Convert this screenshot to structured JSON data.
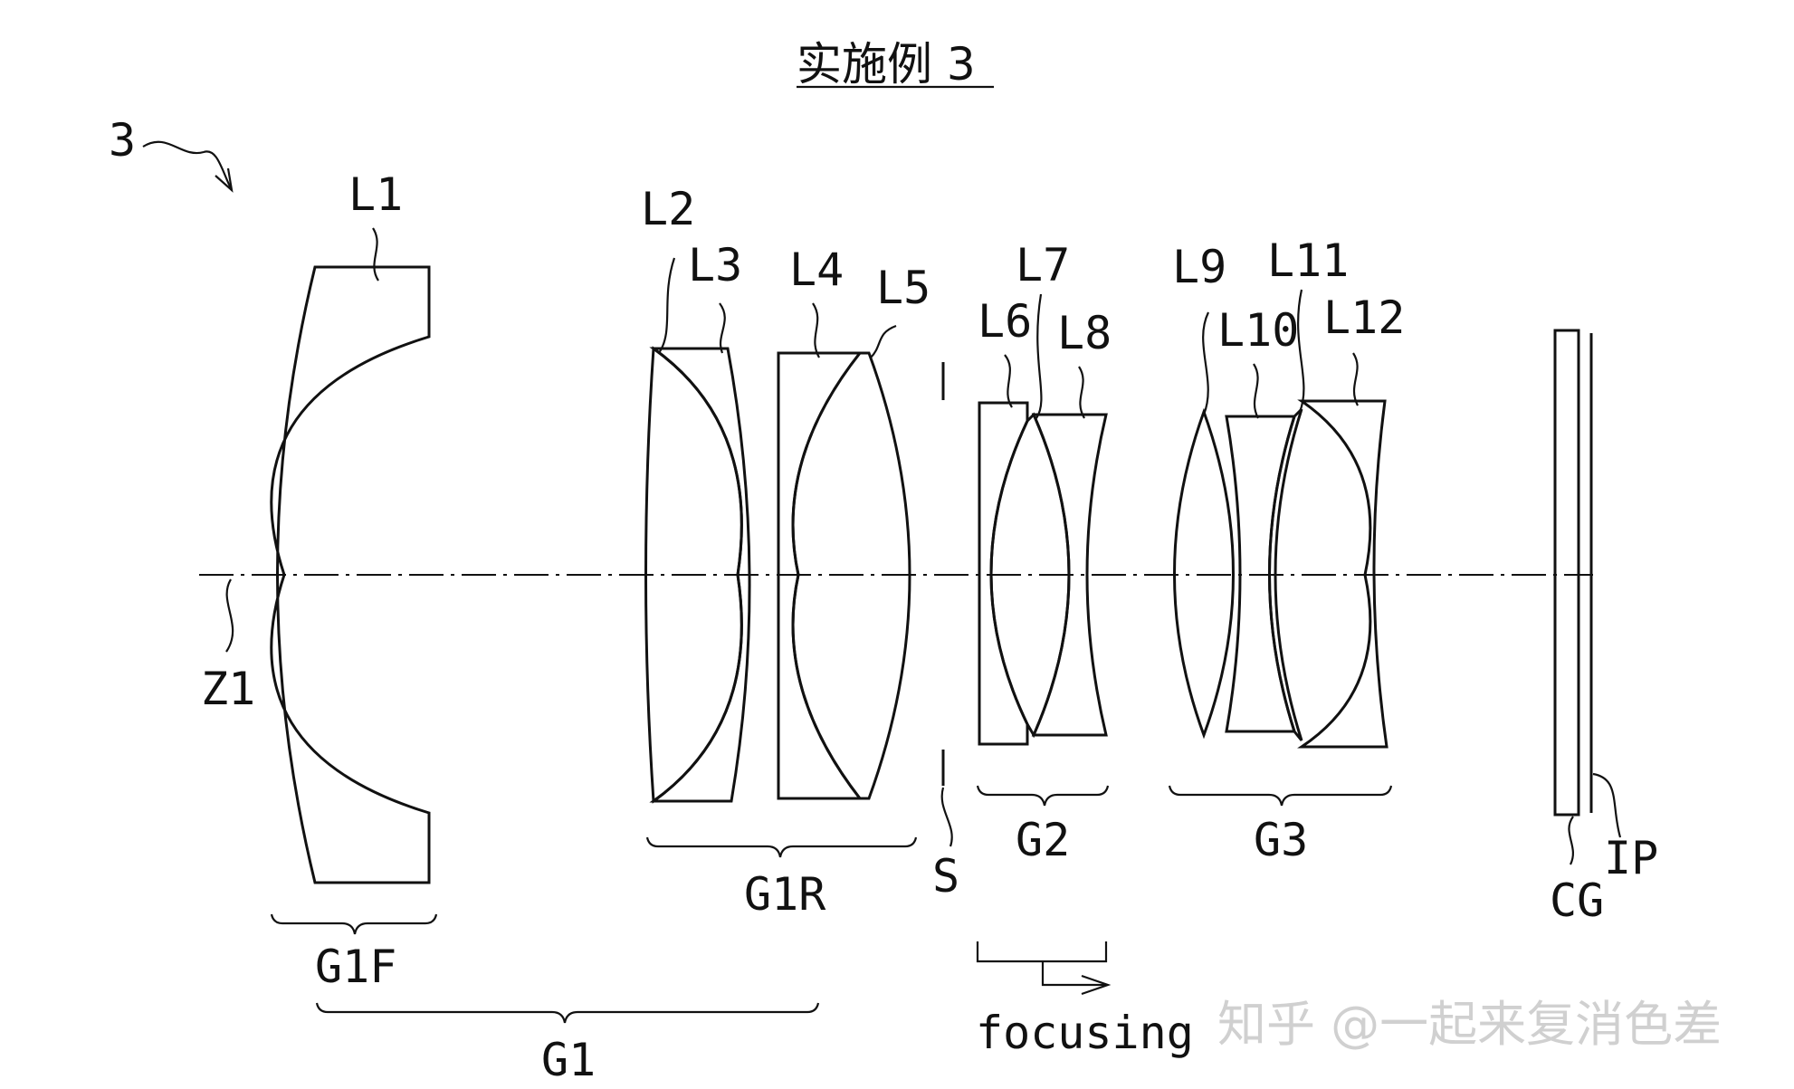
{
  "title": "实施例 3",
  "system_label": "3",
  "axis_label": "Z1",
  "lens_labels": [
    "L1",
    "L2",
    "L3",
    "L4",
    "L5",
    "L6",
    "L7",
    "L8",
    "L9",
    "L10",
    "L11",
    "L12"
  ],
  "group_labels": {
    "g1f": "G1F",
    "g1r": "G1R",
    "g1": "G1",
    "g2": "G2",
    "g3": "G3",
    "stop": "S",
    "cover_glass": "CG",
    "image_plane": "IP"
  },
  "focusing_label": "focusing",
  "watermark": "知乎 @一起来复消色差"
}
